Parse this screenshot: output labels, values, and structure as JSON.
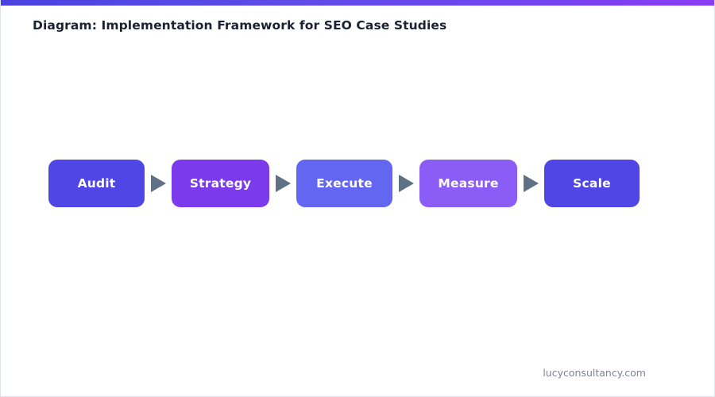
{
  "accent": {
    "gradient_from": "#4a41e0",
    "gradient_to": "#8b3cf5"
  },
  "header": {
    "title": "Diagram: Implementation Framework for SEO Case Studies",
    "title_color": "#1d2233"
  },
  "diagram": {
    "type": "linear-process-flow",
    "arrow_icon": "triangle-right-icon",
    "arrow_color": "#5f7184",
    "nodes": [
      {
        "label": "Audit",
        "color": "#4f46e5",
        "text_color": "#ffffff"
      },
      {
        "label": "Strategy",
        "color": "#7c3aed",
        "text_color": "#ffffff"
      },
      {
        "label": "Execute",
        "color": "#6366f1",
        "text_color": "#ffffff"
      },
      {
        "label": "Measure",
        "color": "#8b5cf6",
        "text_color": "#ffffff"
      },
      {
        "label": "Scale",
        "color": "#4f46e5",
        "text_color": "#ffffff"
      }
    ]
  },
  "footer": {
    "attribution": "lucyconsultancy.com",
    "color": "#7b8498"
  }
}
